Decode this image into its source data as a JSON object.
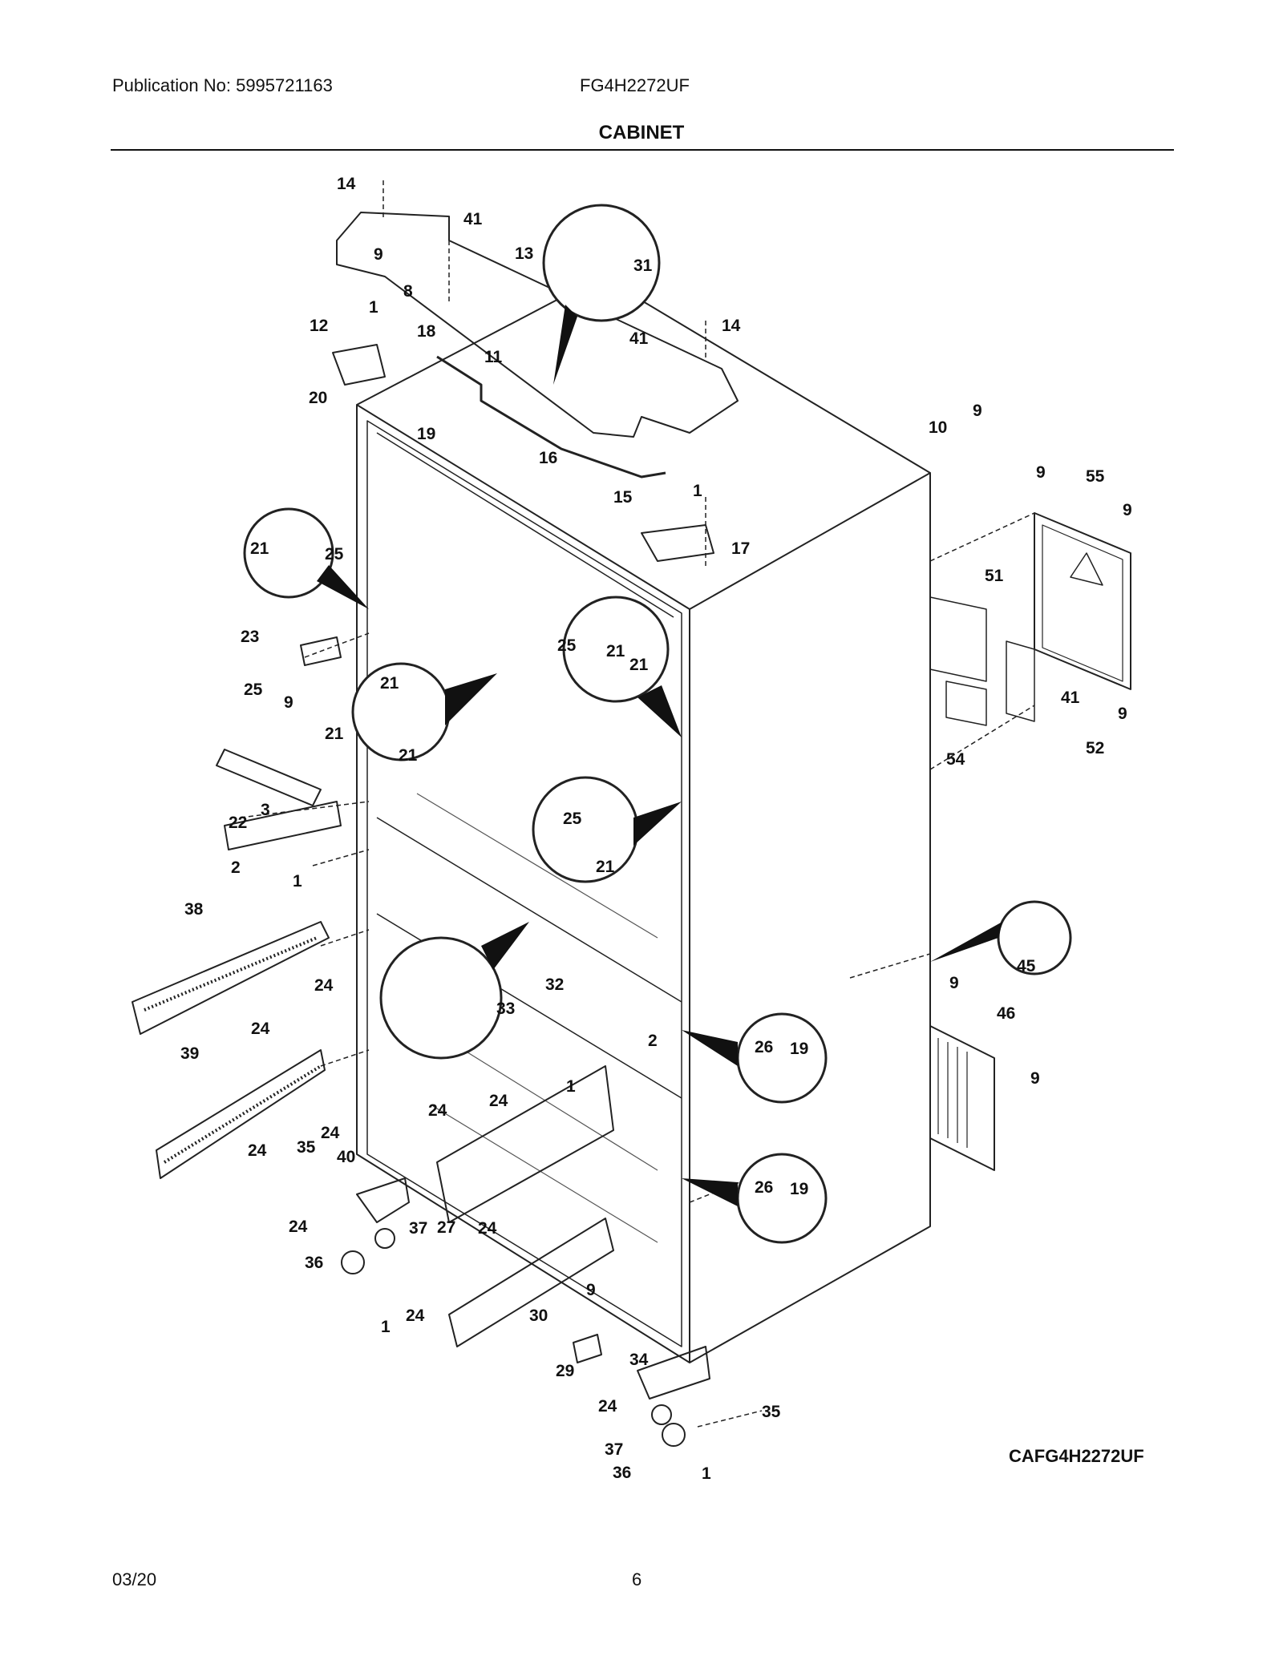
{
  "header": {
    "publication": "Publication No: 5995721163",
    "model": "FG4H2272UF",
    "title": "CABINET"
  },
  "diagram": {
    "code": "CAFG4H2272UF",
    "callouts": [
      "14",
      "41",
      "13",
      "31",
      "9",
      "8",
      "1",
      "12",
      "18",
      "11",
      "41",
      "14",
      "20",
      "19",
      "16",
      "15",
      "10",
      "9",
      "9",
      "55",
      "9",
      "1",
      "17",
      "21",
      "25",
      "51",
      "25",
      "21",
      "23",
      "21",
      "9",
      "21",
      "25",
      "41",
      "21",
      "9",
      "21",
      "54",
      "52",
      "22",
      "25",
      "3",
      "21",
      "2",
      "1",
      "38",
      "45",
      "24",
      "24",
      "33",
      "32",
      "9",
      "46",
      "2",
      "26",
      "19",
      "39",
      "24",
      "1",
      "24",
      "9",
      "24",
      "24",
      "35",
      "40",
      "26",
      "19",
      "24",
      "37",
      "27",
      "24",
      "36",
      "1",
      "24",
      "30",
      "9",
      "29",
      "34",
      "24",
      "35",
      "37",
      "36",
      "1"
    ]
  },
  "footer": {
    "date": "03/20",
    "page": "6"
  }
}
